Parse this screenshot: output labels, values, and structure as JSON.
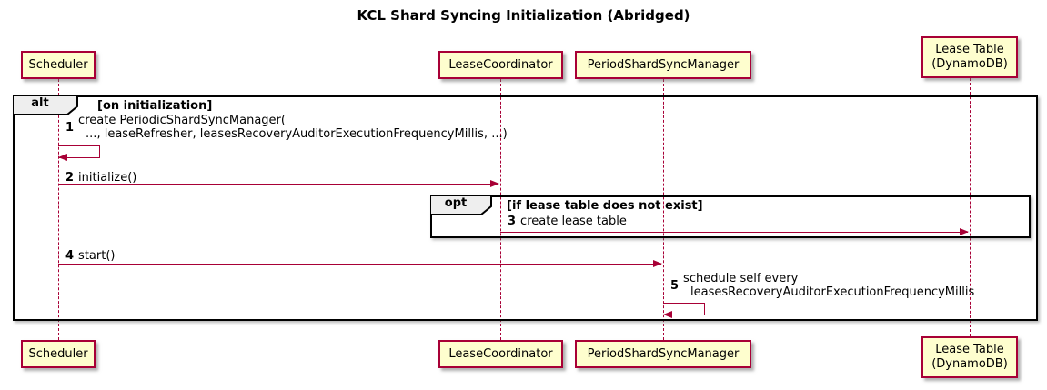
{
  "title": "KCL Shard Syncing Initialization (Abridged)",
  "participants": [
    {
      "id": "scheduler",
      "label": "Scheduler"
    },
    {
      "id": "lease-coordinator",
      "label": "LeaseCoordinator"
    },
    {
      "id": "period-shard-sync-manager",
      "label": "PeriodShardSyncManager"
    },
    {
      "id": "lease-table",
      "label": "Lease Table\n(DynamoDB)"
    }
  ],
  "frames": {
    "alt": {
      "keyword": "alt",
      "guard": "[on initialization]"
    },
    "opt": {
      "keyword": "opt",
      "guard": "[if lease table does not exist]"
    }
  },
  "messages": [
    {
      "number": "1",
      "line1": "create PeriodicShardSyncManager(",
      "line2": "..., leaseRefresher, leasesRecoveryAuditorExecutionFrequencyMillis, ...)",
      "from": "Scheduler",
      "to": "Scheduler"
    },
    {
      "number": "2",
      "text": "initialize()",
      "from": "Scheduler",
      "to": "LeaseCoordinator"
    },
    {
      "number": "3",
      "text": "create lease table",
      "from": "LeaseCoordinator",
      "to": "Lease Table (DynamoDB)"
    },
    {
      "number": "4",
      "text": "start()",
      "from": "Scheduler",
      "to": "PeriodShardSyncManager"
    },
    {
      "number": "5",
      "line1": "schedule self every",
      "line2": "leasesRecoveryAuditorExecutionFrequencyMillis",
      "from": "PeriodShardSyncManager",
      "to": "PeriodShardSyncManager"
    }
  ],
  "colors": {
    "participant_fill": "#FEFECE",
    "participant_border": "#A80036",
    "lifeline": "#A80036",
    "arrow": "#A80036",
    "frame_border": "#000000",
    "frame_label_fill": "#EEEEEE"
  }
}
